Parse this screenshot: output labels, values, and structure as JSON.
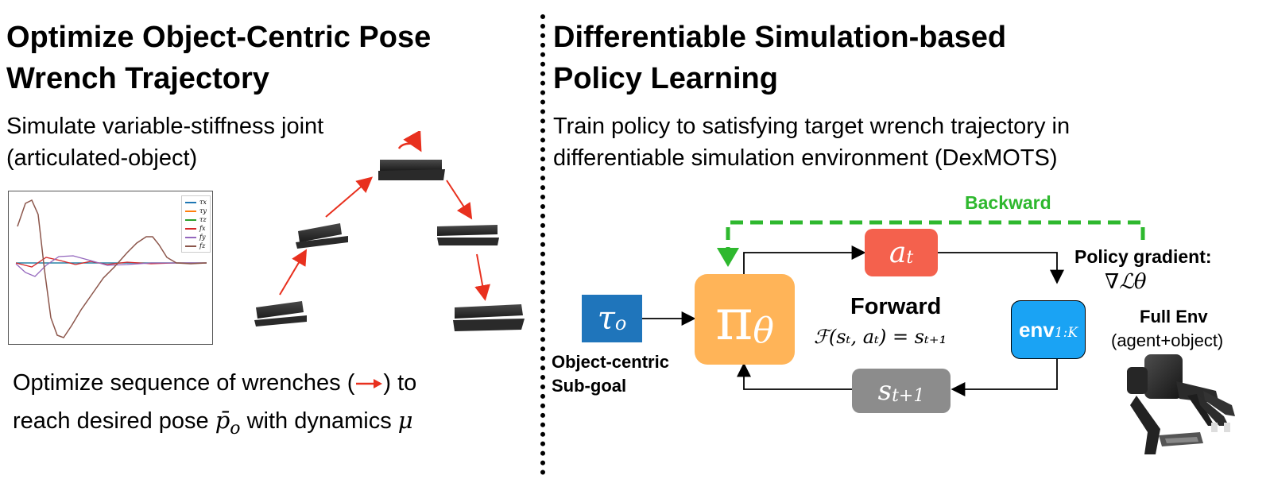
{
  "left": {
    "title_line1": "Optimize Object-Centric Pose",
    "title_line2": "Wrench Trajectory",
    "sub_line1": "Simulate variable-stiffness joint",
    "sub_line2": "(articulated-object)",
    "bottom_line1_a": "Optimize sequence of wrenches (",
    "bottom_line1_b": ") to",
    "bottom_line2_a": "reach desired pose ",
    "bottom_pose_symbol": "p̄",
    "bottom_pose_sub": "o",
    "bottom_line2_b": " with dynamics ",
    "bottom_mu": "μ"
  },
  "right": {
    "title_line1": "Differentiable Simulation-based",
    "title_line2": "Policy Learning",
    "sub_line1": "Train policy to satisfying target wrench trajectory in",
    "sub_line2": "differentiable simulation environment (DexMOTS)",
    "backward_label": "Backward",
    "forward_label": "Forward",
    "forward_eq": "ℱ(sₜ, aₜ) = sₜ₊₁",
    "policy_gradient_label": "Policy gradient:",
    "policy_gradient_eq": "∇ℒθ",
    "full_env_label": "Full Env",
    "full_env_sub": "(agent+object)",
    "object_centric_line1": "Object-centric",
    "object_centric_line2": "Sub-goal",
    "tau_box": {
      "symbol": "τ",
      "sub": "o",
      "color": "#1f75bb"
    },
    "pi_box": {
      "symbol": "π",
      "sub": "θ",
      "color": "#ffb458"
    },
    "a_box": {
      "symbol": "a",
      "sub": "t",
      "color": "#f4614d"
    },
    "env_box": {
      "symbol": "env",
      "sub": "1:K",
      "color": "#1aa3f4"
    },
    "s_box": {
      "symbol": "s",
      "sub": "t+1",
      "color": "#8c8c8c"
    }
  },
  "colors": {
    "backward_green": "#2eb82e",
    "wrench_red": "#e8301e"
  },
  "chart_legend": [
    "τx",
    "τy",
    "τz",
    "fx",
    "fy",
    "fz"
  ],
  "chart_series_colors": [
    "#1f77b4",
    "#ff7f0e",
    "#2ca02c",
    "#d62728",
    "#9467bd",
    "#8c564b"
  ]
}
